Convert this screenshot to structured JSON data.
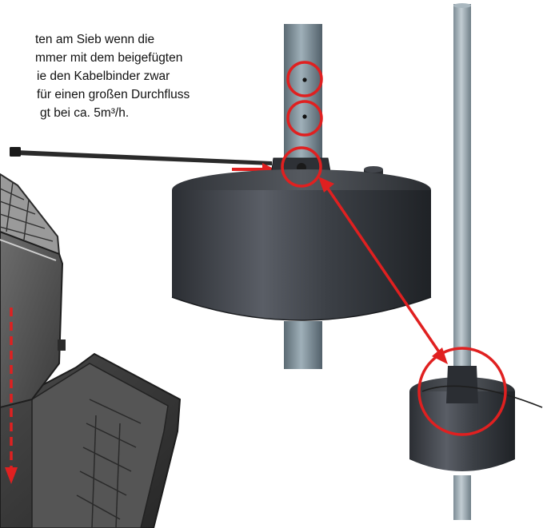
{
  "instruction": {
    "lines": [
      "ten am Sieb wenn die",
      "mmer mit dem beigefügten",
      "ie den Kabelbinder zwar",
      "für einen großen Durchfluss",
      "gt bei ca. 5m³/h."
    ]
  },
  "colors": {
    "annotation_red": "#e02020",
    "float_body": "#3a3d42",
    "pipe": "#8fa2ad",
    "text": "#111111"
  },
  "icons": [
    "cable-tie",
    "float-switch",
    "filter-basket"
  ]
}
